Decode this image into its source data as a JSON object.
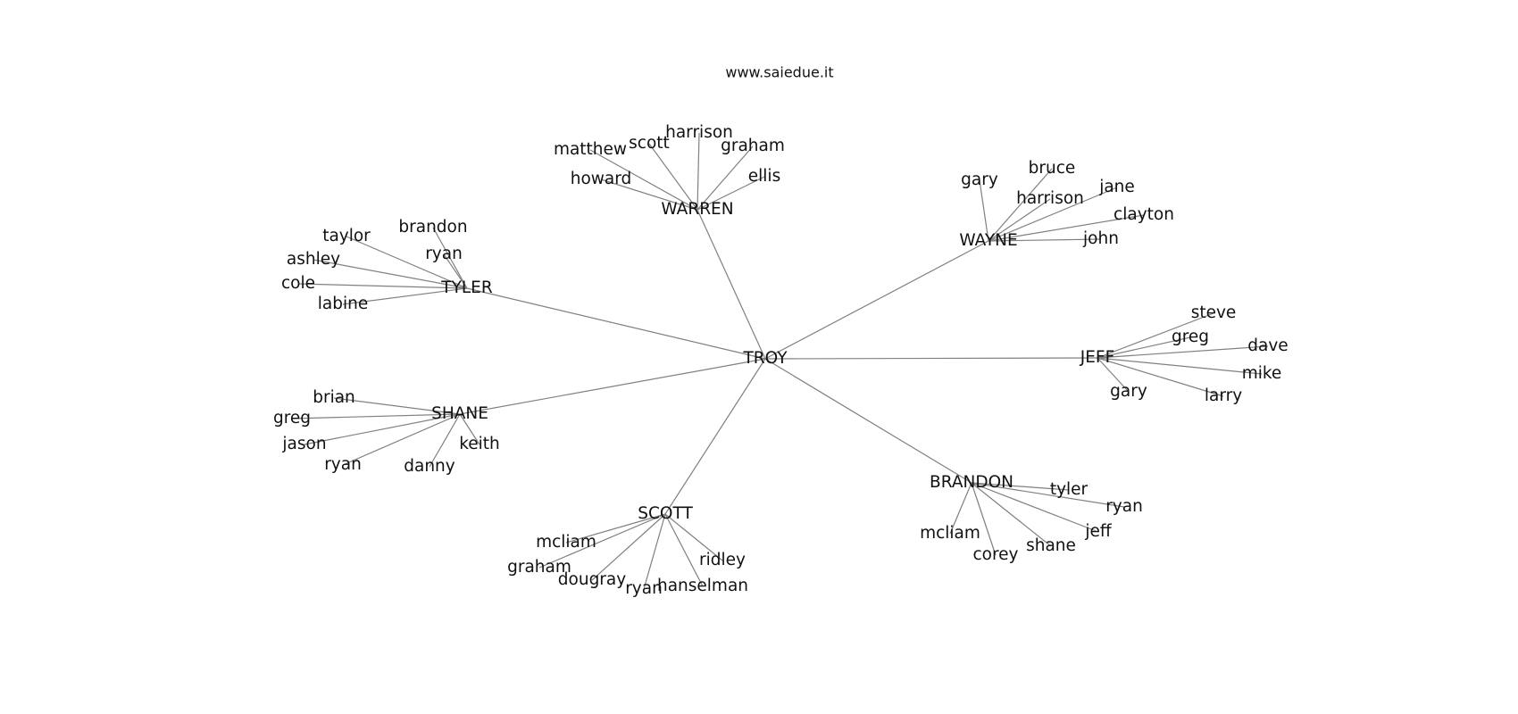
{
  "site_caption": "www.saiedue.it",
  "graph": {
    "root": "TROY",
    "hubs": [
      {
        "id": "warren",
        "label": "WARREN",
        "leaves": [
          "howard",
          "matthew",
          "scott",
          "harrison",
          "graham",
          "ellis"
        ]
      },
      {
        "id": "wayne",
        "label": "WAYNE",
        "leaves": [
          "gary",
          "bruce",
          "harrison",
          "jane",
          "clayton",
          "john"
        ]
      },
      {
        "id": "tyler",
        "label": "TYLER",
        "leaves": [
          "taylor",
          "brandon",
          "ryan",
          "ashley",
          "cole",
          "labine"
        ]
      },
      {
        "id": "jeff",
        "label": "JEFF",
        "leaves": [
          "steve",
          "greg",
          "dave",
          "mike",
          "larry",
          "gary"
        ]
      },
      {
        "id": "shane",
        "label": "SHANE",
        "leaves": [
          "brian",
          "greg",
          "jason",
          "ryan",
          "danny",
          "keith"
        ]
      },
      {
        "id": "brandon",
        "label": "BRANDON",
        "leaves": [
          "tyler",
          "ryan",
          "jeff",
          "shane",
          "corey",
          "mcliam"
        ]
      },
      {
        "id": "scott",
        "label": "SCOTT",
        "leaves": [
          "mcliam",
          "graham",
          "dougray",
          "ryan",
          "hanselman",
          "ridley"
        ]
      }
    ]
  }
}
